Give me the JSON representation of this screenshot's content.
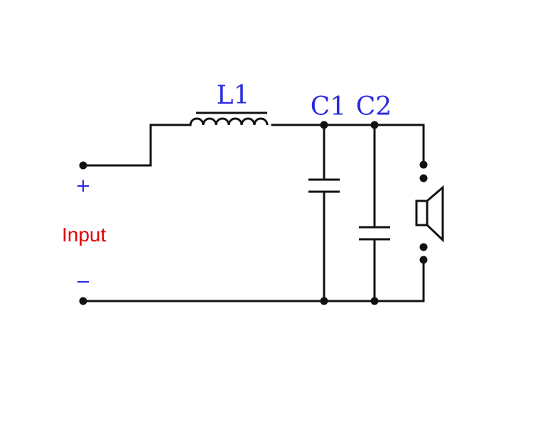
{
  "labels": {
    "inductor": "L1",
    "cap1": "C1",
    "cap2": "C2",
    "plus": "+",
    "minus": "−",
    "input": "Input"
  },
  "colors": {
    "wire": "#111111",
    "component_label": "#2a2ae0",
    "input_label": "#e00000",
    "background": "#ffffff"
  },
  "components": [
    {
      "id": "L1",
      "kind": "inductor"
    },
    {
      "id": "C1",
      "kind": "capacitor"
    },
    {
      "id": "C2",
      "kind": "capacitor"
    },
    {
      "id": "speaker",
      "kind": "speaker",
      "icon": "speaker-icon"
    }
  ]
}
